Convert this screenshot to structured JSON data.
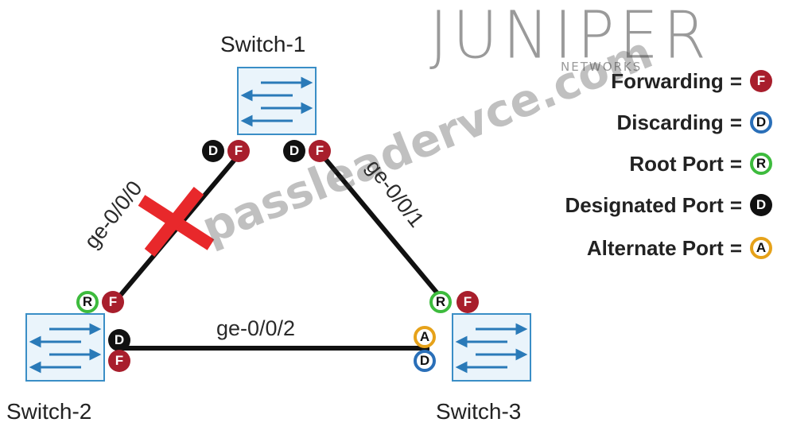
{
  "logo": {
    "brand": "JUNIPER",
    "sub": "NETWORKS"
  },
  "watermark": "passleadervce.com",
  "switches": [
    {
      "name": "Switch-1"
    },
    {
      "name": "Switch-2"
    },
    {
      "name": "Switch-3"
    }
  ],
  "links": [
    {
      "label": "ge-0/0/0",
      "state": "blocked"
    },
    {
      "label": "ge-0/0/1"
    },
    {
      "label": "ge-0/0/2"
    }
  ],
  "ports": {
    "sw1_left": [
      "D",
      "F"
    ],
    "sw1_right": [
      "D",
      "F"
    ],
    "sw2_top": [
      "R",
      "F"
    ],
    "sw2_right": [
      "D",
      "F"
    ],
    "sw3_top": [
      "R",
      "F"
    ],
    "sw3_left": [
      "A",
      "D"
    ]
  },
  "legend": [
    {
      "label": "Forwarding",
      "eq": "=",
      "badge": "F",
      "kind": "forwarding"
    },
    {
      "label": "Discarding",
      "eq": "=",
      "badge": "D",
      "kind": "discarding"
    },
    {
      "label": "Root Port",
      "eq": "=",
      "badge": "R",
      "kind": "root"
    },
    {
      "label": "Designated Port",
      "eq": "=",
      "badge": "D",
      "kind": "designated"
    },
    {
      "label": "Alternate Port",
      "eq": "=",
      "badge": "A",
      "kind": "alternate"
    }
  ],
  "colors": {
    "forwarding": "#a81e2c",
    "designated": "#111111",
    "root": "#3dbb3d",
    "discarding": "#2a6fb8",
    "alternate": "#e6a21a",
    "blocked_x": "#e8282b"
  }
}
